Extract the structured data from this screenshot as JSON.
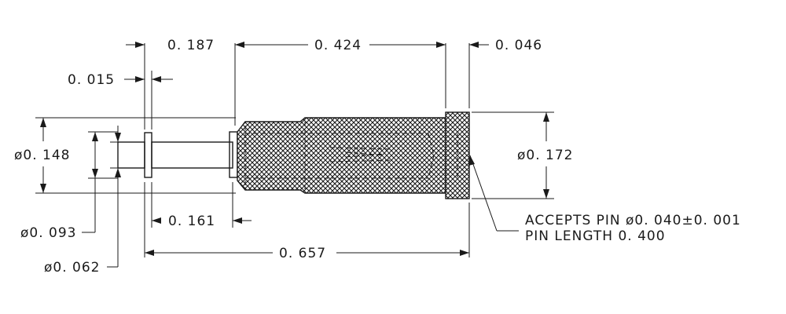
{
  "drawing": {
    "colors": {
      "ink": "#1a1a1a",
      "paper": "#ffffff"
    },
    "dimensions": {
      "d_0187": "0. 187",
      "d_0424": "0. 424",
      "d_0046": "0. 046",
      "d_0015": "0. 015",
      "d_dia0148": "ø0. 148",
      "d_dia0172": "ø0. 172",
      "d_0161": "0. 161",
      "d_dia0093": "ø0. 093",
      "d_dia0062": "ø0. 062",
      "d_0657": "0. 657"
    },
    "notes": {
      "line1": "ACCEPTS PIN ø0. 040±0. 001",
      "line2": "PIN LENGTH 0. 400"
    }
  }
}
